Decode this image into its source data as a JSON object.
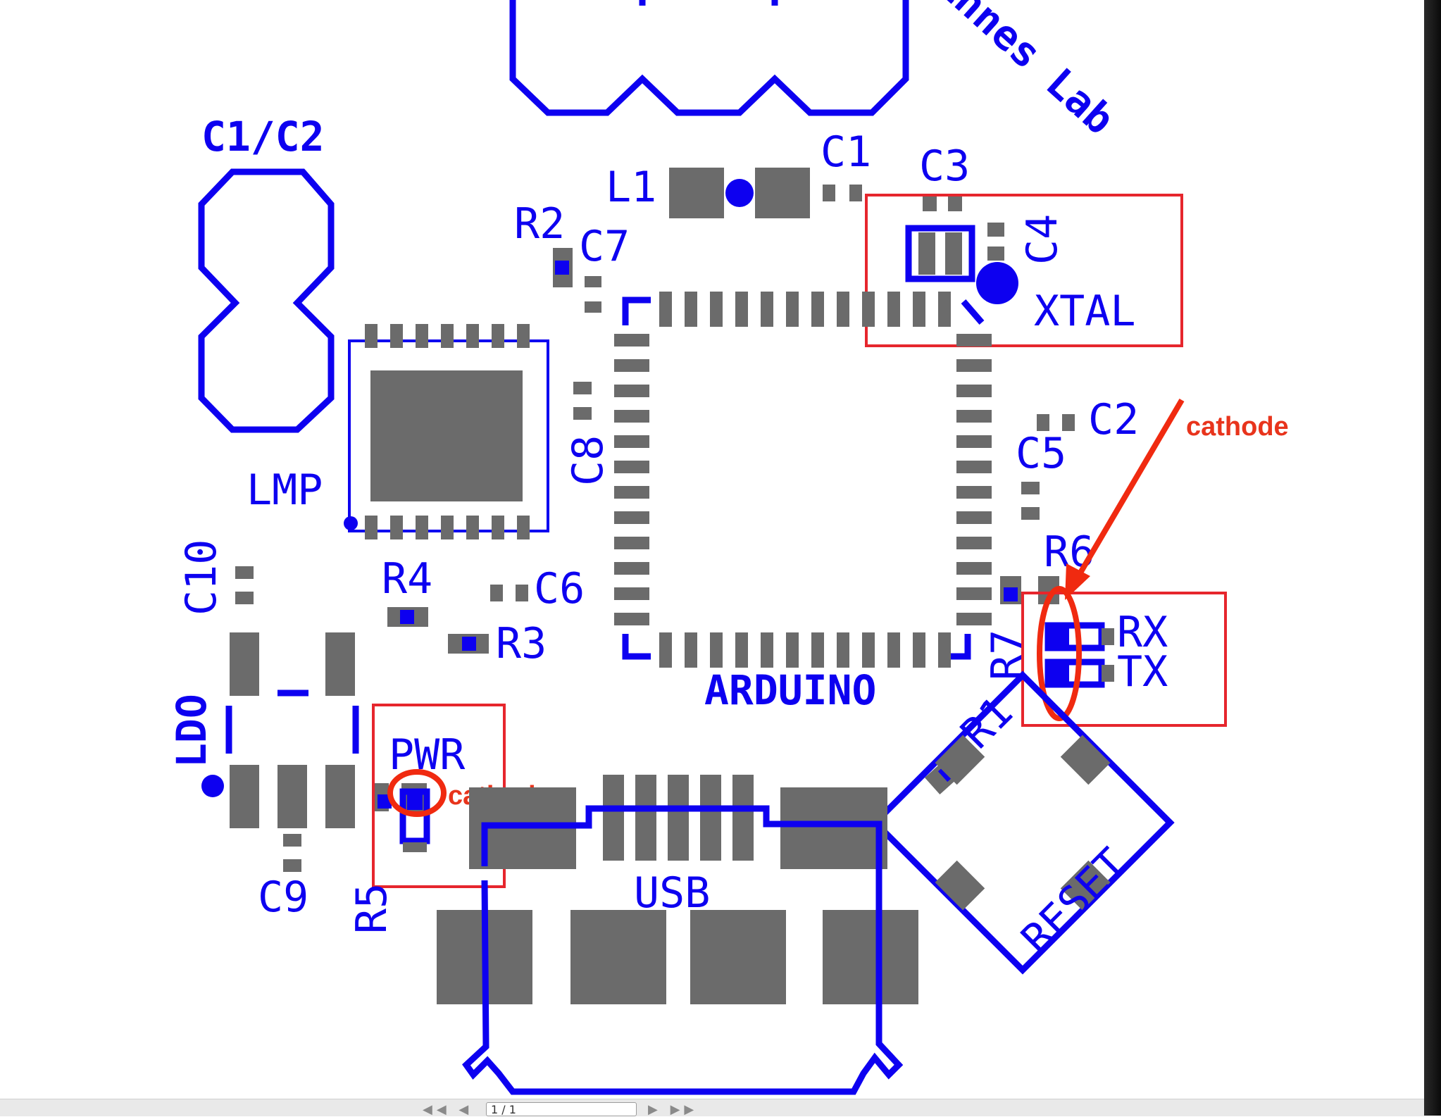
{
  "board": {
    "silkscreen_color": "#0d00f0",
    "pad_color": "#6b6b6b",
    "annotation_color": "#e6262d",
    "lab_text": "Linnes Lab",
    "labels": {
      "c1c2": "C1/C2",
      "l1": "L1",
      "c1": "C1",
      "c3": "C3",
      "c4": "C4",
      "r2": "R2",
      "c7": "C7",
      "xtal": "XTAL",
      "c2": "C2",
      "c5": "C5",
      "c8": "C8",
      "lmp": "LMP",
      "c10": "C10",
      "r4": "R4",
      "c6": "C6",
      "r3": "R3",
      "r6": "R6",
      "r7": "R7",
      "rx": "RX",
      "tx": "TX",
      "arduino": "ARDUINO",
      "ldo": "LDO",
      "pwr": "PWR",
      "r1": "R1",
      "usb": "USB",
      "c9": "C9",
      "r5": "R5",
      "reset": "RESET"
    },
    "annotations": {
      "cathode_led_pwr": "cathode",
      "cathode_led_rxtx": "cathode"
    }
  },
  "viewer": {
    "nav_prev": "◀◀ ◀",
    "page_indicator": "1 / 1",
    "nav_next": "▶ ▶▶"
  }
}
